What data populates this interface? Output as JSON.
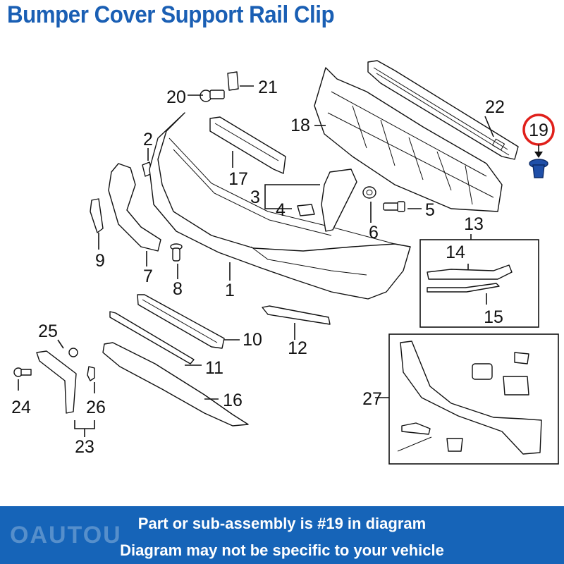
{
  "title": "Bumper Cover Support Rail Clip",
  "highlight_callout": "19",
  "callouts": {
    "c1": "1",
    "c2": "2",
    "c3": "3",
    "c4": "4",
    "c5": "5",
    "c6": "6",
    "c7": "7",
    "c8": "8",
    "c9": "9",
    "c10": "10",
    "c11": "11",
    "c12": "12",
    "c13": "13",
    "c14": "14",
    "c15": "15",
    "c16": "16",
    "c17": "17",
    "c18": "18",
    "c20": "20",
    "c21": "21",
    "c22": "22",
    "c23": "23",
    "c24": "24",
    "c25": "25",
    "c26": "26",
    "c27": "27"
  },
  "banner": {
    "line1": "Part or sub-assembly is #19 in diagram",
    "line2": "Diagram may not be specific to your vehicle"
  },
  "watermark": "OAUTOU",
  "colors": {
    "title": "#1a5fb4",
    "banner": "#1664b8",
    "highlight_circle": "#e0201b",
    "clip_part": "#1f4fa8"
  }
}
